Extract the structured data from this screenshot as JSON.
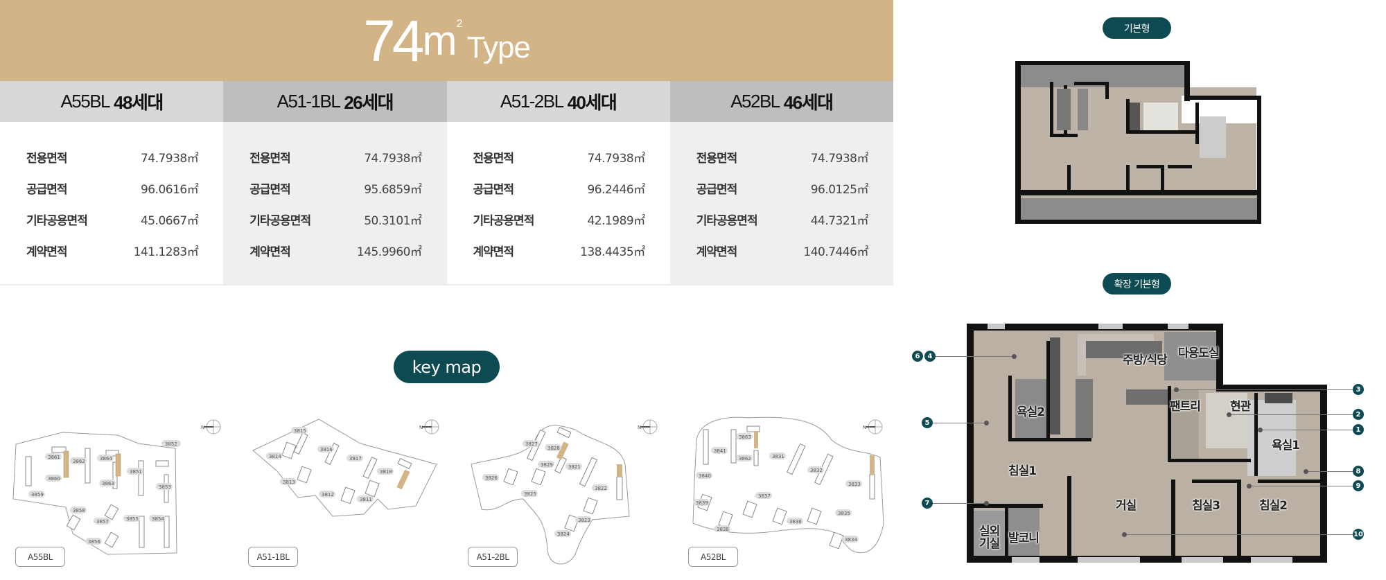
{
  "header": {
    "size_number": "74",
    "size_unit": "m",
    "size_unit_sup": "2",
    "type_label": "Type",
    "band_color": "#d3b486"
  },
  "area_table": {
    "columns": [
      {
        "block": "A55BL",
        "households": "48세대",
        "rows": [
          {
            "label": "전용면적",
            "value": "74.7938㎡"
          },
          {
            "label": "공급면적",
            "value": "96.0616㎡"
          },
          {
            "label": "기타공용면적",
            "value": "45.0667㎡"
          },
          {
            "label": "계약면적",
            "value": "141.1283㎡"
          }
        ]
      },
      {
        "block": "A51-1BL",
        "households": "26세대",
        "rows": [
          {
            "label": "전용면적",
            "value": "74.7938㎡"
          },
          {
            "label": "공급면적",
            "value": "95.6859㎡"
          },
          {
            "label": "기타공용면적",
            "value": "50.3101㎡"
          },
          {
            "label": "계약면적",
            "value": "145.9960㎡"
          }
        ]
      },
      {
        "block": "A51-2BL",
        "households": "40세대",
        "rows": [
          {
            "label": "전용면적",
            "value": "74.7938㎡"
          },
          {
            "label": "공급면적",
            "value": "96.2446㎡"
          },
          {
            "label": "기타공용면적",
            "value": "42.1989㎡"
          },
          {
            "label": "계약면적",
            "value": "138.4435㎡"
          }
        ]
      },
      {
        "block": "A52BL",
        "households": "46세대",
        "rows": [
          {
            "label": "전용면적",
            "value": "74.7938㎡"
          },
          {
            "label": "공급면적",
            "value": "96.0125㎡"
          },
          {
            "label": "기타공용면적",
            "value": "44.7321㎡"
          },
          {
            "label": "계약면적",
            "value": "140.7446㎡"
          }
        ]
      }
    ]
  },
  "keymap": {
    "button_label": "key map",
    "accent_color": "#0e4a52",
    "highlight_color": "#d3b486",
    "compass_icon": "north-compass-icon",
    "sites": [
      {
        "label": "A55BL",
        "buildings": [
          "3852",
          "3861",
          "3862",
          "3864",
          "3851",
          "3860",
          "3863",
          "3853",
          "3859",
          "3858",
          "3857",
          "3855",
          "3854",
          "3856"
        ]
      },
      {
        "label": "A51-1BL",
        "buildings": [
          "3815",
          "3816",
          "3814",
          "3817",
          "3818",
          "3813",
          "3812",
          "3811"
        ]
      },
      {
        "label": "A51-2BL",
        "buildings": [
          "3827",
          "3828",
          "3829",
          "3821",
          "3826",
          "3822",
          "3825",
          "3823",
          "3824"
        ]
      },
      {
        "label": "A52BL",
        "buildings": [
          "3863",
          "3841",
          "3862",
          "3831",
          "3840",
          "3832",
          "3833",
          "3837",
          "3839",
          "3835",
          "3836",
          "3838",
          "3834"
        ]
      }
    ]
  },
  "floor_plans": {
    "basic": {
      "label": "기본형"
    },
    "extended": {
      "label": "확장 기본형",
      "rooms": {
        "kitchen": "주방/식당",
        "utility": "다용도실",
        "pantry": "팬트리",
        "entrance": "현관",
        "bath2": "욕실2",
        "bath1": "욕실1",
        "bedroom1": "침실1",
        "living": "거실",
        "bedroom3": "침실3",
        "bedroom2": "침실2",
        "outdoor_unit": "실외\n기실",
        "balcony": "발코니"
      },
      "callouts": {
        "c6": "6",
        "c4": "4",
        "c5": "5",
        "c7": "7",
        "c3": "3",
        "c2": "2",
        "c1": "1",
        "c8": "8",
        "c9": "9",
        "c10": "10"
      }
    }
  }
}
